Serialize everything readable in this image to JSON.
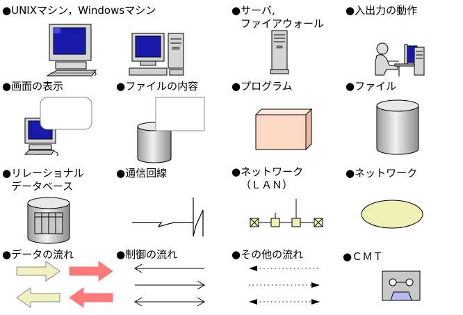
{
  "legend": {
    "items": [
      {
        "lines": [
          "●UNIXマシン，Windowsマシン"
        ]
      },
      {
        "lines": [
          "●サーバ,",
          "ファイアウォール"
        ]
      },
      {
        "lines": [
          "●入出力の動作"
        ]
      },
      {
        "lines": [
          "●画面の表示"
        ]
      },
      {
        "lines": [
          "●ファイルの内容"
        ]
      },
      {
        "lines": [
          "●プログラム"
        ]
      },
      {
        "lines": [
          "●ファイル"
        ]
      },
      {
        "lines": [
          "●リレーショナル",
          "データベース"
        ]
      },
      {
        "lines": [
          "●通信回線"
        ]
      },
      {
        "lines": [
          "●ネットワーク",
          "（ＬＡＮ）"
        ]
      },
      {
        "lines": [
          "●ネットワーク"
        ]
      },
      {
        "lines": [
          "●データの流れ"
        ]
      },
      {
        "lines": [
          "●制御の流れ"
        ]
      },
      {
        "lines": [
          "●その他の流れ"
        ]
      },
      {
        "lines": [
          "●ＣＭＴ"
        ]
      }
    ]
  },
  "colors": {
    "program_fill": "#fcd9c4",
    "network_ellipse_fill": "#f0f0b4",
    "data_flow_arrow": "#f0f0c0",
    "control_flow_arrow": "#fa7a7a",
    "screen_blue": "#1a1aaa"
  }
}
